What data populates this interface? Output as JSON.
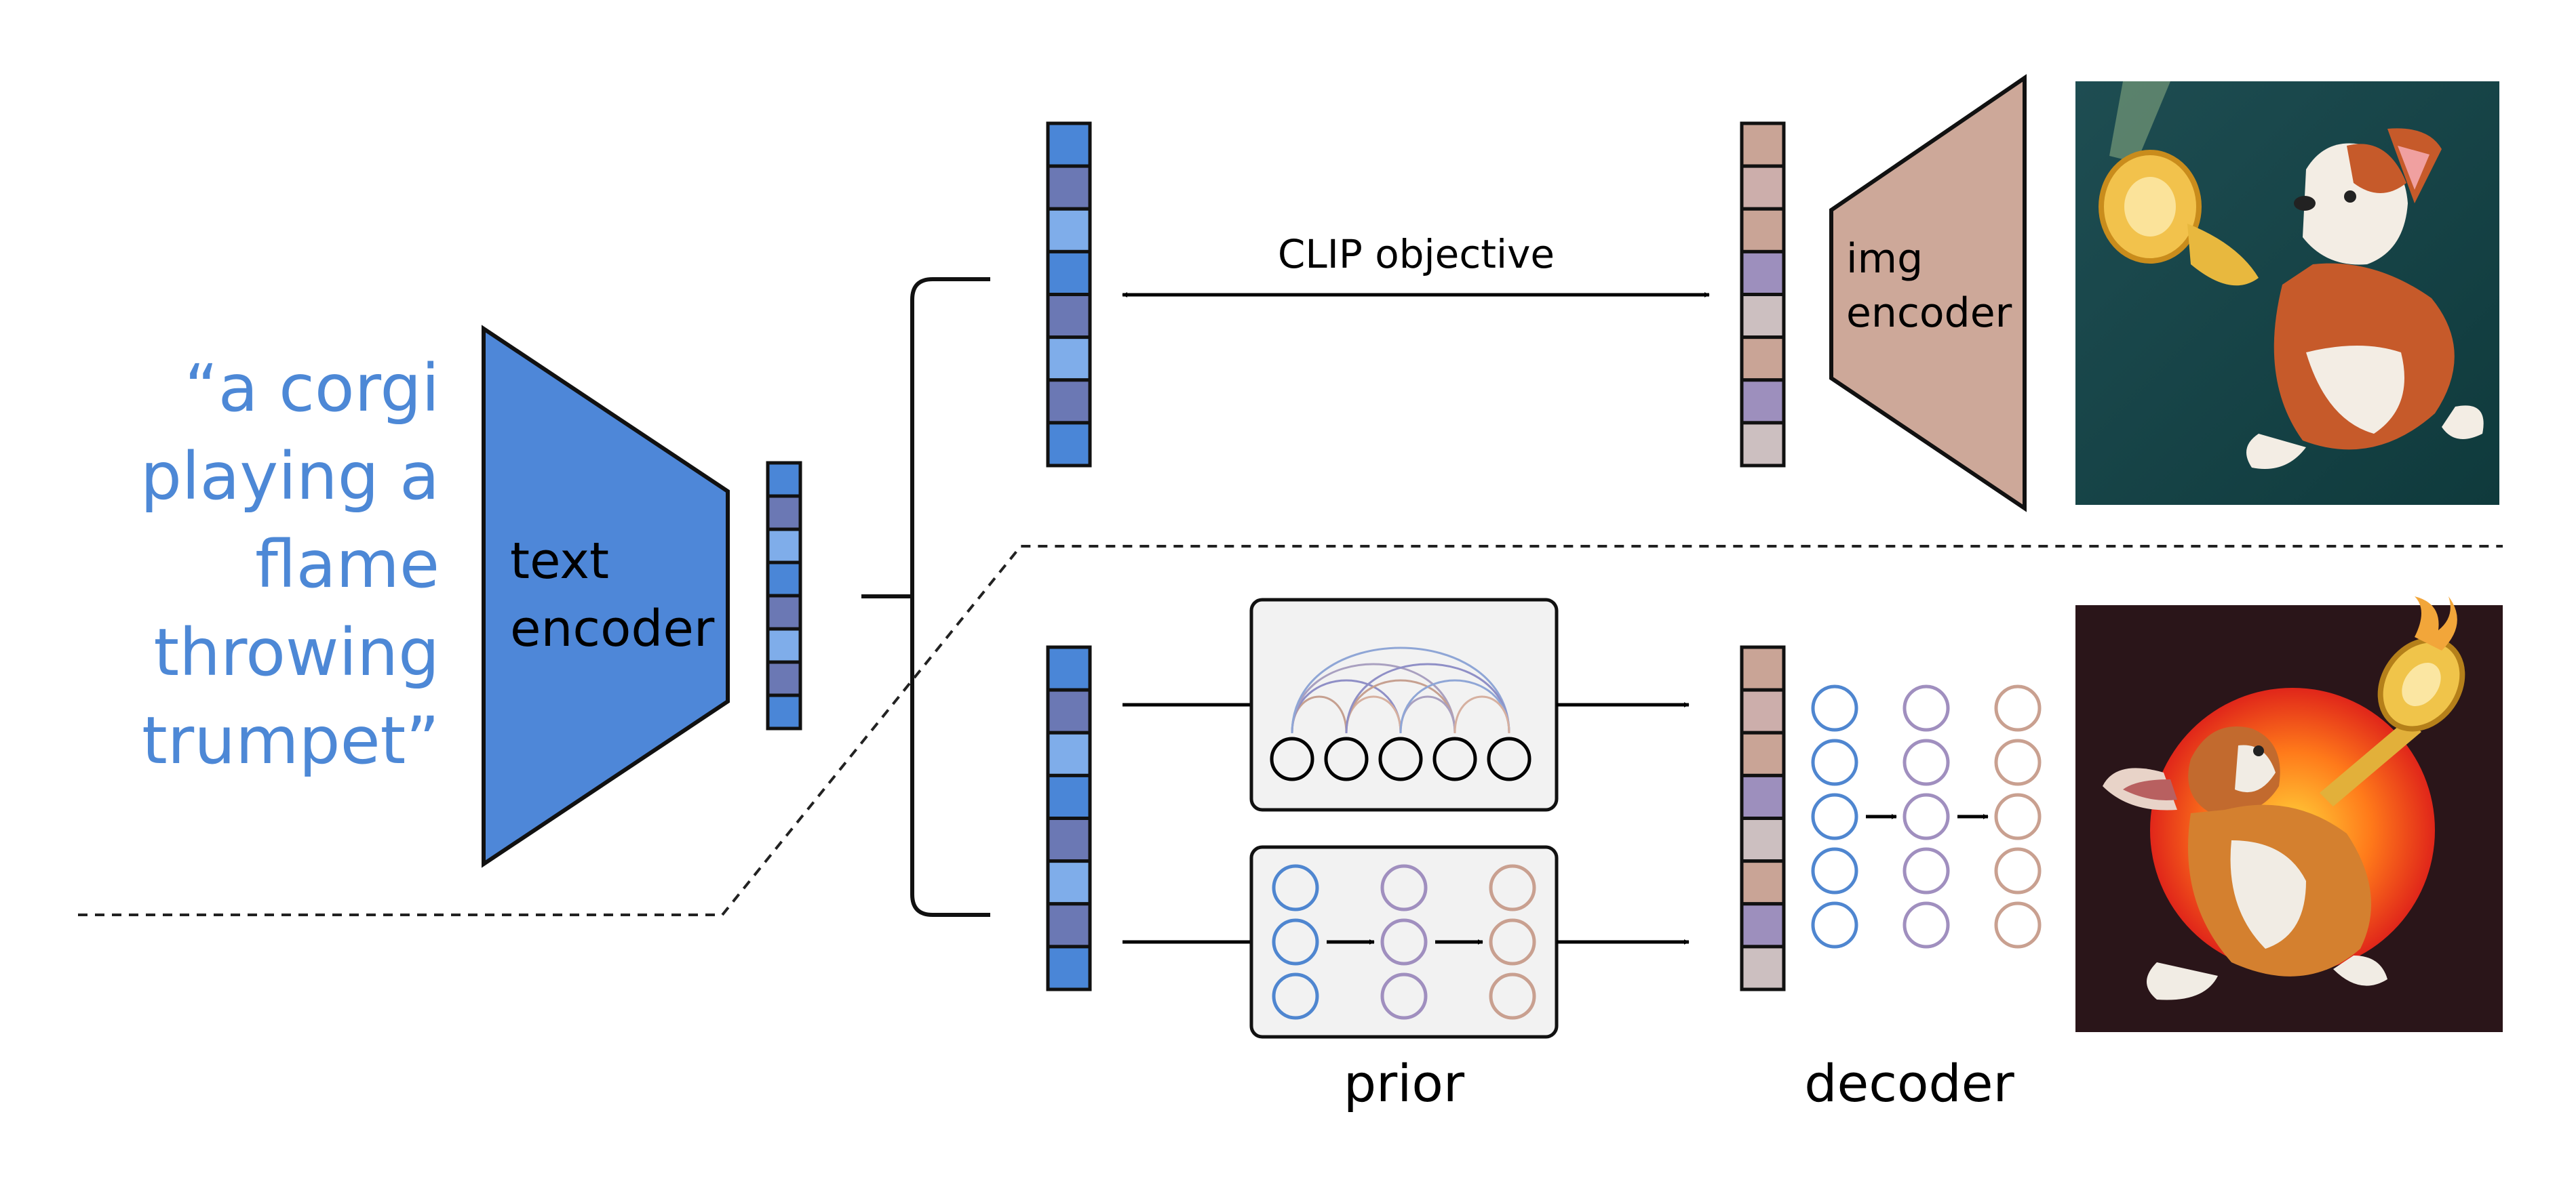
{
  "caption": {
    "line1": "“a corgi",
    "line2": "playing a",
    "line3": "flame",
    "line4": "throwing",
    "line5": "trumpet”"
  },
  "text_encoder": {
    "line1": "text",
    "line2": "encoder"
  },
  "img_encoder": {
    "line1": "img",
    "line2": "encoder"
  },
  "clip_label": "CLIP objective",
  "prior_label": "prior",
  "decoder_label": "decoder",
  "colors": {
    "text_blue": "#4d88d6",
    "encoder_blue": "#4e87d8",
    "img_encoder_tan": "#cda899",
    "text_embed_cells": [
      "#4a86d7",
      "#6b78b4",
      "#7fadea",
      "#4a86d7",
      "#6b78b4",
      "#7fadea",
      "#6b78b4",
      "#4a86d7"
    ],
    "img_embed_cells": [
      "#c9a496",
      "#ccaeab",
      "#c9a496",
      "#9d8fbd",
      "#ccbfc0",
      "#c9a496",
      "#9d8fbd",
      "#ccbfc0"
    ]
  }
}
